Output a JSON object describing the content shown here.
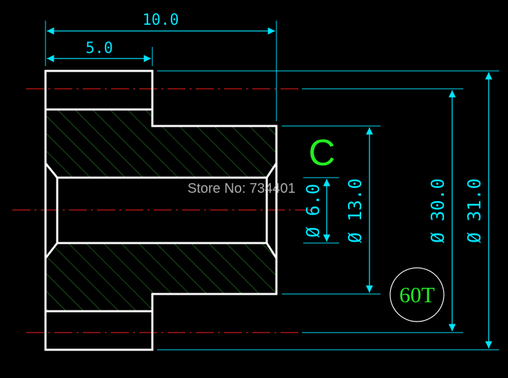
{
  "colors": {
    "background": "#000000",
    "outline": "#ffffff",
    "dimension": "#00e5ff",
    "hatch": "#2a8a2a",
    "centerline": "#d01818",
    "profile_letter": "#22ee22",
    "badge_text": "#22ee22",
    "badge_circle": "#ffffff",
    "watermark": "#c8c8c8"
  },
  "dimensions": {
    "overall_length": "10.0",
    "hub_length": "5.0",
    "bore": "Ø 6.0",
    "hub_diameter": "Ø 13.0",
    "pitch_diameter": "Ø 30.0",
    "outer_diameter": "Ø 31.0"
  },
  "profile_letter": "C",
  "tooth_count_badge": "60T",
  "watermark": "Store No: 734401"
}
